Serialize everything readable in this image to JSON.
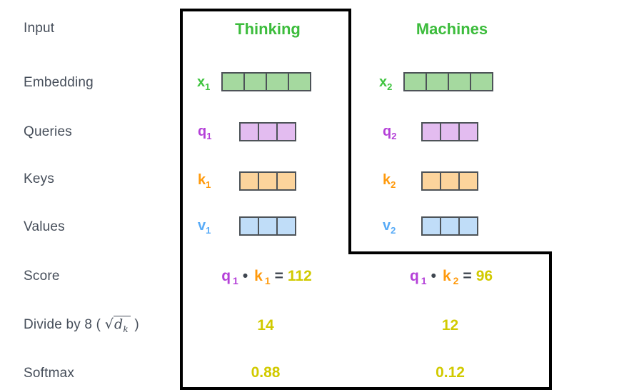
{
  "diagram": {
    "title_note": "self-attention score calculation",
    "row_labels": {
      "input": "Input",
      "embedding": "Embedding",
      "queries": "Queries",
      "keys": "Keys",
      "values": "Values",
      "score": "Score",
      "divide": {
        "prefix": "Divide by 8 (",
        "radical": "√",
        "radicand": "d",
        "radicand_sub": "k",
        "suffix": ")"
      },
      "softmax": "Softmax"
    },
    "columns": [
      {
        "title": "Thinking",
        "embedding": {
          "name": "x",
          "sub": "1",
          "cells": 4
        },
        "query": {
          "name": "q",
          "sub": "1",
          "cells": 3
        },
        "key": {
          "name": "k",
          "sub": "1",
          "cells": 3
        },
        "value": {
          "name": "v",
          "sub": "1",
          "cells": 3
        },
        "score": {
          "q": "q",
          "q_sub": "1",
          "dot": "•",
          "k": "k",
          "k_sub": "1",
          "eq": "=",
          "result": "112"
        },
        "divide_result": "14",
        "softmax_result": "0.88"
      },
      {
        "title": "Machines",
        "embedding": {
          "name": "x",
          "sub": "2",
          "cells": 4
        },
        "query": {
          "name": "q",
          "sub": "2",
          "cells": 3
        },
        "key": {
          "name": "k",
          "sub": "2",
          "cells": 3
        },
        "value": {
          "name": "v",
          "sub": "2",
          "cells": 3
        },
        "score": {
          "q": "q",
          "q_sub": "1",
          "dot": "•",
          "k": "k",
          "k_sub": "2",
          "eq": "=",
          "result": "96"
        },
        "divide_result": "12",
        "softmax_result": "0.12"
      }
    ],
    "colors": {
      "heading_green": "#3cbc3c",
      "label_green": "#3fc43f",
      "label_purple": "#b440d8",
      "label_orange": "#ff9a0d",
      "label_blue": "#58abf7",
      "result_yellow": "#d1ca00",
      "text_dark": "#454d59",
      "cell_fill_green": "#a5d99f",
      "cell_fill_purple": "#e3bcf0",
      "cell_fill_orange": "#fcd49c",
      "cell_fill_blue": "#c0ddf8",
      "outline_black": "#000000"
    }
  }
}
